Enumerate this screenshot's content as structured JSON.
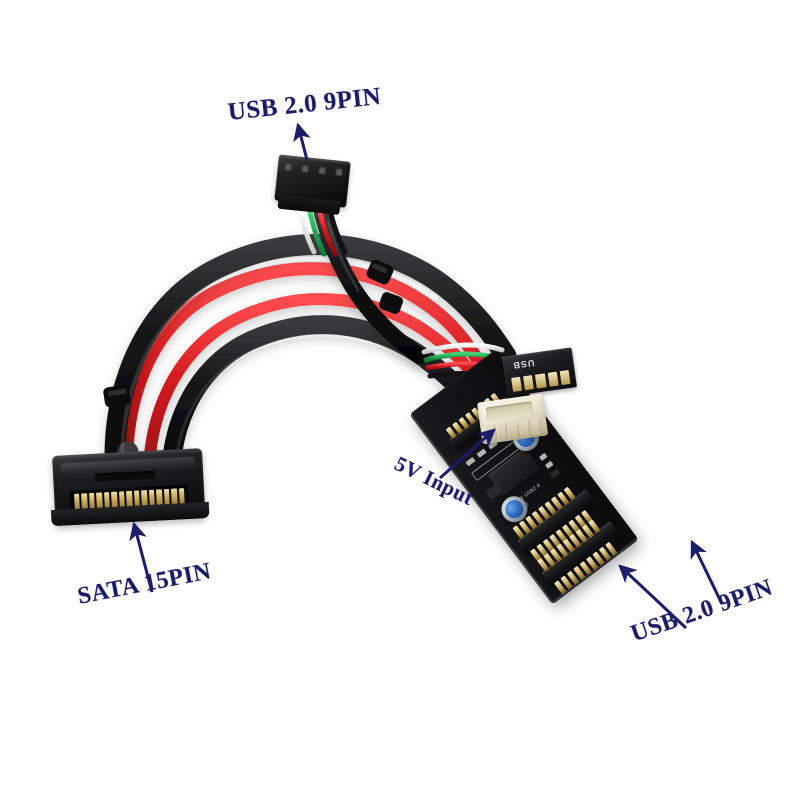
{
  "image": {
    "kind": "product-photograph",
    "subject": "SATA powered USB 2.0 9-pin internal header hub / splitter cable",
    "background_color": "#fefefe"
  },
  "annotations": {
    "accent_color": "#1b1d6b",
    "callouts": [
      {
        "id": "usb-top",
        "text": "USB 2.0 9PIN",
        "target": "female-usb-9pin-connector-top",
        "rotation_deg": -6
      },
      {
        "id": "sata",
        "text": "SATA 15PIN",
        "target": "sata-power-connector",
        "rotation_deg": -11
      },
      {
        "id": "5v",
        "text": "5V Input",
        "target": "white-jst-power-connector",
        "rotation_deg": 26
      },
      {
        "id": "usb-bottom",
        "text": "USB 2.0 9PIN",
        "target": "male-pin-headers",
        "rotation_deg": -19
      }
    ]
  },
  "hardware": {
    "pcb": {
      "color": "#111113",
      "silkscreen_color": "#e8e8e8",
      "header_silkscreen": "USB",
      "capacitor_color": "#2f6fc4",
      "pin_color": "#d8bd76"
    },
    "sata_connector": {
      "pin_count": 15,
      "body_color": "#141416",
      "contact_color": "#c9a95c"
    },
    "usb_header_top": {
      "pin_count": 9,
      "body_color": "#111112"
    },
    "jst_connector": {
      "label": "5V Input",
      "body_color": "#efe9d6"
    },
    "wires": {
      "sleeve_color": "#0d0d0e",
      "power_color": "#cc1418",
      "data_colors": [
        "#ffffff",
        "#18a04a",
        "#cc1418",
        "#111111"
      ]
    }
  }
}
